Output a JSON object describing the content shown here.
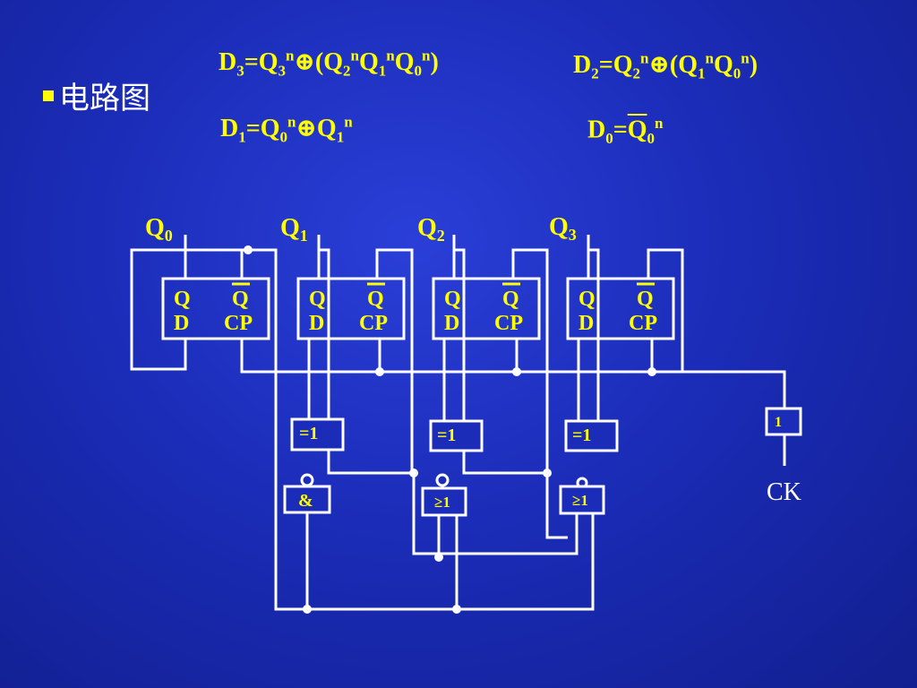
{
  "slide": {
    "title": "电路图",
    "equations": [
      {
        "id": "d3",
        "parts": [
          [
            "t",
            "D"
          ],
          [
            "sub",
            "3"
          ],
          [
            "t",
            "=Q"
          ],
          [
            "sub",
            "3"
          ],
          [
            "sup",
            "n"
          ],
          [
            "t",
            "⊕(Q"
          ],
          [
            "sub",
            "2"
          ],
          [
            "sup",
            "n"
          ],
          [
            "t",
            "Q"
          ],
          [
            "sub",
            "1"
          ],
          [
            "sup",
            "n"
          ],
          [
            "t",
            "Q"
          ],
          [
            "sub",
            "0"
          ],
          [
            "sup",
            "n"
          ],
          [
            "t",
            ")"
          ]
        ]
      },
      {
        "id": "d2",
        "parts": [
          [
            "t",
            "D"
          ],
          [
            "sub",
            "2"
          ],
          [
            "t",
            "=Q"
          ],
          [
            "sub",
            "2"
          ],
          [
            "sup",
            "n"
          ],
          [
            "t",
            "⊕(Q"
          ],
          [
            "sub",
            "1"
          ],
          [
            "sup",
            "n"
          ],
          [
            "t",
            "Q"
          ],
          [
            "sub",
            "0"
          ],
          [
            "sup",
            "n"
          ],
          [
            "t",
            ")"
          ]
        ]
      },
      {
        "id": "d1",
        "parts": [
          [
            "t",
            "D"
          ],
          [
            "sub",
            "1"
          ],
          [
            "t",
            "=Q"
          ],
          [
            "sub",
            "0"
          ],
          [
            "sup",
            "n"
          ],
          [
            "t",
            "⊕Q"
          ],
          [
            "sub",
            "1"
          ],
          [
            "sup",
            "n"
          ]
        ]
      },
      {
        "id": "d0",
        "parts": [
          [
            "t",
            "D"
          ],
          [
            "sub",
            "0"
          ],
          [
            "t",
            "="
          ],
          [
            "ov",
            "Q"
          ],
          [
            "sub",
            "0"
          ],
          [
            "sup",
            "n"
          ]
        ]
      }
    ]
  },
  "circuit": {
    "outputs": [
      {
        "name": "Q",
        "index": "0"
      },
      {
        "name": "Q",
        "index": "1"
      },
      {
        "name": "Q",
        "index": "2"
      },
      {
        "name": "Q",
        "index": "3"
      }
    ],
    "flipflop_pins": {
      "q": "Q",
      "qbar": "Q",
      "d": "D",
      "cp": "CP"
    },
    "xor_label": "=1",
    "and_label": "&",
    "or_label": "≥1",
    "inverter_label": "1",
    "clock_label": "CK"
  },
  "colors": {
    "background": "#1b2cb8",
    "text": "#ffff00",
    "wire": "#ffffff",
    "heading": "#ffffff"
  }
}
